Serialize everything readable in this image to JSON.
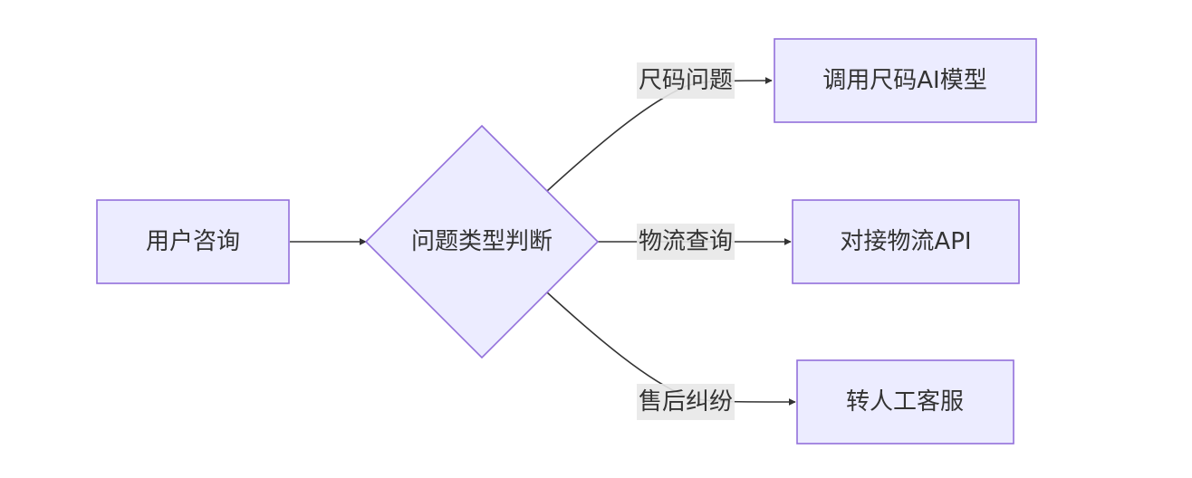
{
  "diagram": {
    "colors": {
      "node_fill": "#ECECFF",
      "node_stroke": "#9370DB",
      "edge_stroke": "#333333",
      "label_bg": "#E8E8E8",
      "text": "#333333"
    },
    "nodes": {
      "user_inquiry": "用户咨询",
      "question_type": "问题类型判断",
      "size_ai": "调用尺码AI模型",
      "logistics_api": "对接物流API",
      "human_service": "转人工客服"
    },
    "edges": {
      "size_issue": "尺码问题",
      "logistics_query": "物流查询",
      "after_sales": "售后纠纷"
    }
  }
}
